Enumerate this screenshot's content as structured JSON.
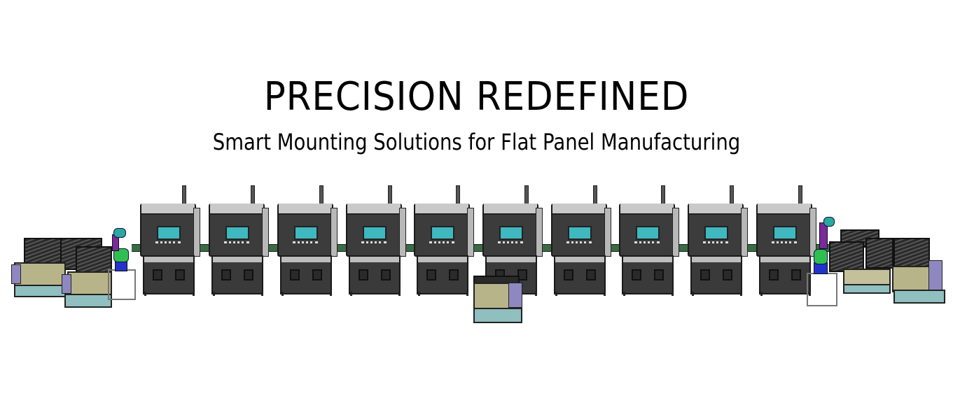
{
  "hero": {
    "title": "PRECISION REDEFINED",
    "subtitle": "Smart Mounting Solutions for Flat Panel Manufacturing"
  },
  "illustration": {
    "description": "Isometric CAD rendering of an automated flat panel mounting production line",
    "machine_count": 10,
    "machine_x_positions": [
      200,
      298,
      396,
      494,
      591,
      689,
      787,
      884,
      982,
      1080
    ],
    "colors": {
      "background": "#ffffff",
      "machine_body": "#3c3c3c",
      "machine_top": "#c9c9c9",
      "screen": "#3fb8c0",
      "conveyor": "#3a6b45",
      "agv_body": "#b8b48a",
      "agv_base": "#8fbfbf",
      "robot_arm": "#2fbf50",
      "robot_base": "#2233cc"
    }
  }
}
